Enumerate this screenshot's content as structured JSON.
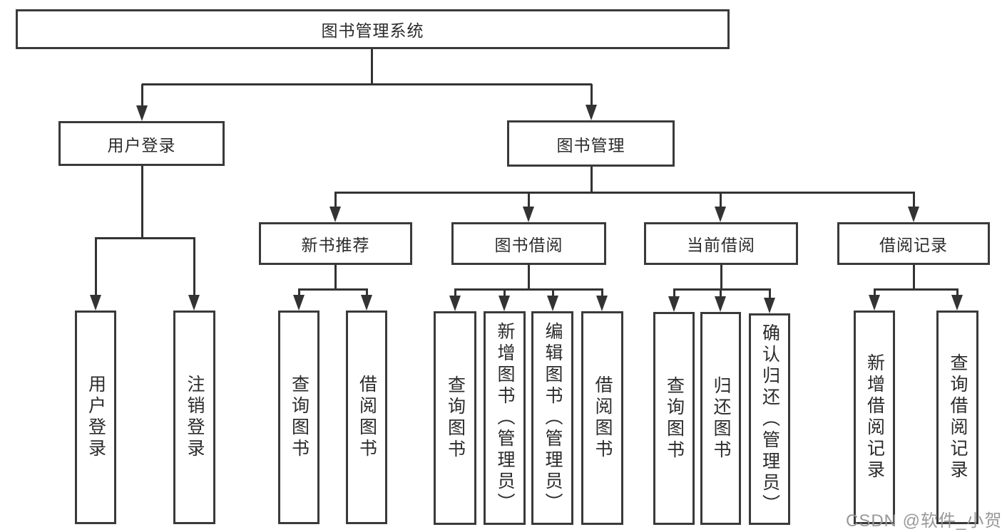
{
  "diagram": {
    "root": {
      "label": "图书管理系统"
    },
    "level2": [
      {
        "label": "用户登录"
      },
      {
        "label": "图书管理"
      }
    ],
    "level3": [
      {
        "label": "新书推荐"
      },
      {
        "label": "图书借阅"
      },
      {
        "label": "当前借阅"
      },
      {
        "label": "借阅记录"
      }
    ],
    "leaves": [
      {
        "label": "用户登录"
      },
      {
        "label": "注销登录"
      },
      {
        "label": "查询图书"
      },
      {
        "label": "借阅图书"
      },
      {
        "label": "查询图书"
      },
      {
        "label": "新增图书（管理员）"
      },
      {
        "label": "编辑图书（管理员）"
      },
      {
        "label": "借阅图书"
      },
      {
        "label": "查询图书"
      },
      {
        "label": "归还图书"
      },
      {
        "label": "确认归还（管理员）"
      },
      {
        "label": "新增借阅记录"
      },
      {
        "label": "查询借阅记录"
      }
    ],
    "watermark": "CSDN @软件_小贺同学",
    "colors": {
      "line": "#333333",
      "border": "#3a3a3a",
      "text": "#2b2b2b",
      "watermark": "#949494",
      "background": "#ffffff"
    }
  }
}
